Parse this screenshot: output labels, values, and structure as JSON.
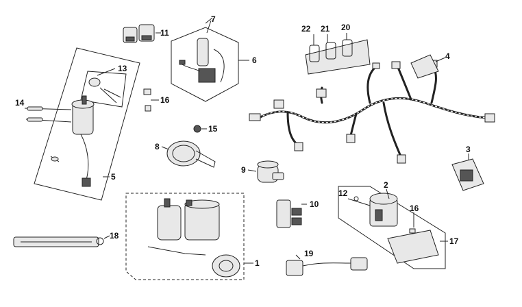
{
  "diagram": {
    "callouts": {
      "n1": "1",
      "n2": "2",
      "n3": "3",
      "n4": "4",
      "n5": "5",
      "n6": "6",
      "n7": "7",
      "n8": "8",
      "n9": "9",
      "n10": "10",
      "n11": "11",
      "n12": "12",
      "n13": "13",
      "n14": "14",
      "n15": "15",
      "n16a": "16",
      "n16b": "16",
      "n17": "17",
      "n18": "18",
      "n19": "19",
      "n20": "20",
      "n21": "21",
      "n22": "22"
    },
    "colors": {
      "line": "#222222",
      "part_fill": "#e8e8e8",
      "dark": "#444444"
    }
  }
}
